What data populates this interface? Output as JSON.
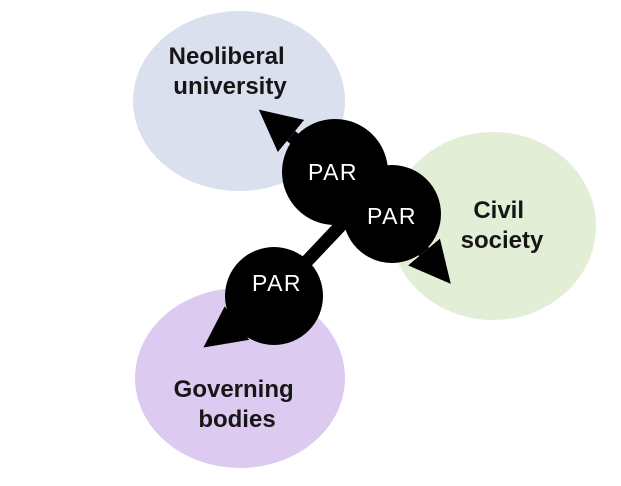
{
  "diagram": {
    "background_color": "#ffffff",
    "arrow_color": "#000000",
    "par_circle_color": "#000000",
    "par_label_color": "#ffffff",
    "node_label_color": "#161616",
    "nodes": [
      {
        "id": "neoliberal-university",
        "line1": "Neoliberal",
        "line2": "university",
        "color": "#dbe0ef"
      },
      {
        "id": "civil-society",
        "line1": "Civil",
        "line2": "society",
        "color": "#e3eed7"
      },
      {
        "id": "governing-bodies",
        "line1": "Governing",
        "line2": "bodies",
        "color": "#dccaf0"
      }
    ],
    "par_circles": [
      {
        "id": "par-top",
        "label": "PAR"
      },
      {
        "id": "par-middle",
        "label": "PAR"
      },
      {
        "id": "par-bottom",
        "label": "PAR"
      }
    ]
  }
}
